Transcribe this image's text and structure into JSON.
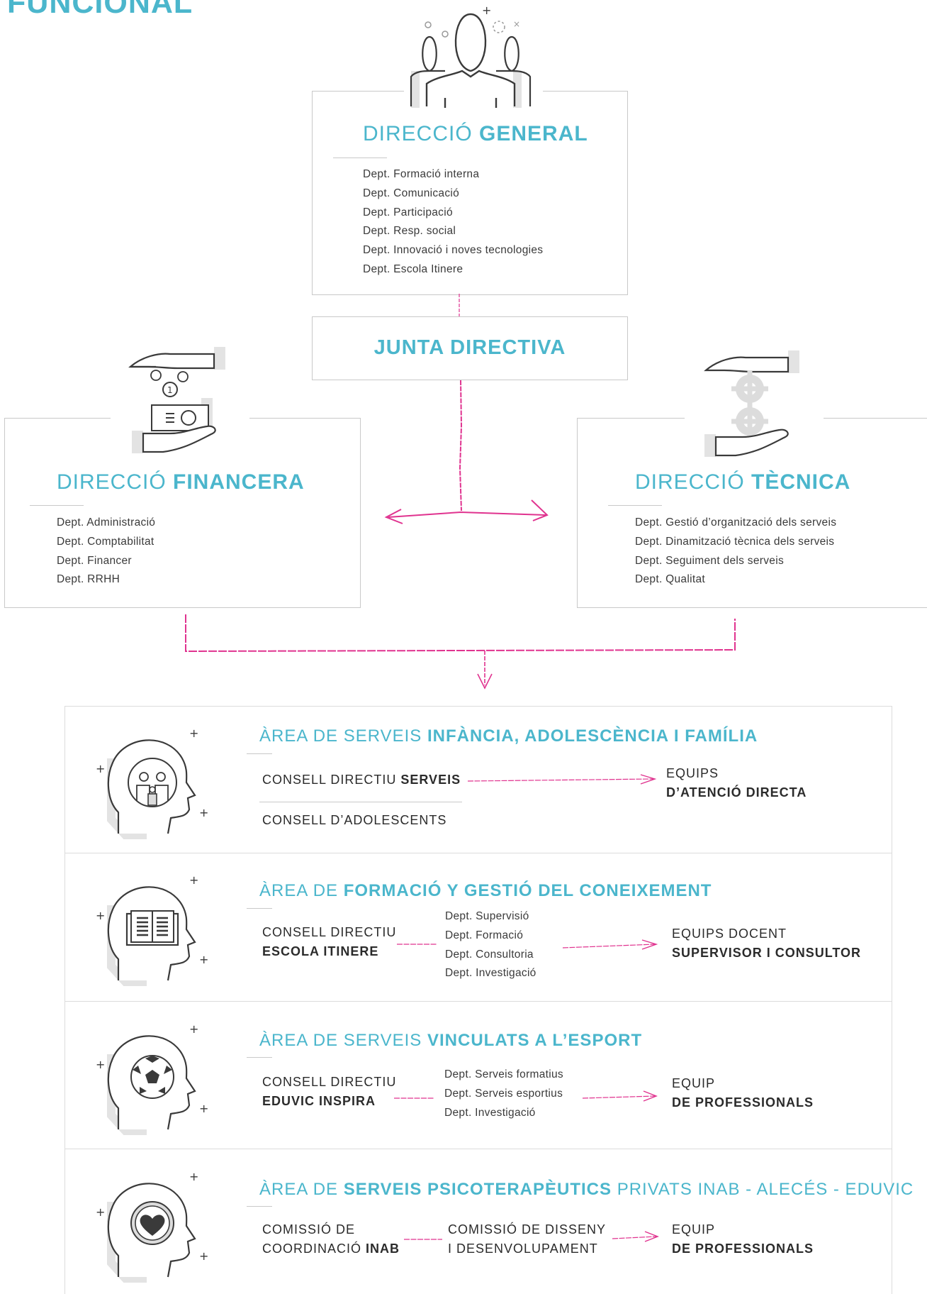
{
  "page_title": "FUNCIONAL",
  "direccio_general": {
    "title_light": "DIRECCIÓ ",
    "title_bold": "GENERAL",
    "depts": [
      "Dept. Formació interna",
      "Dept. Comunicació",
      "Dept. Participació",
      "Dept. Resp. social",
      "Dept. Innovació i noves tecnologies",
      "Dept. Escola Itinere"
    ]
  },
  "junta": {
    "title": "JUNTA DIRECTIVA"
  },
  "direccio_financera": {
    "title_light": "DIRECCIÓ ",
    "title_bold": "FINANCERA",
    "depts": [
      "Dept. Administració",
      "Dept. Comptabilitat",
      "Dept. Financer",
      "Dept. RRHH"
    ]
  },
  "direccio_tecnica": {
    "title_light": "DIRECCIÓ ",
    "title_bold": "TÈCNICA",
    "depts": [
      "Dept. Gestió d’organització dels serveis",
      "Dept. Dinamització tècnica dels serveis",
      "Dept. Seguiment dels serveis",
      "Dept. Qualitat"
    ]
  },
  "areas": [
    {
      "title_light": "ÀREA DE SERVEIS ",
      "title_bold": "INFÀNCIA, ADOLESCÈNCIA I FAMÍLIA",
      "c1_light": "CONSELL DIRECTIU ",
      "c1_bold": "SERVEIS",
      "c1b": "CONSELL D’ADOLESCENTS",
      "out_light": "EQUIPS",
      "out_bold": "D’ATENCIÓ DIRECTA"
    },
    {
      "title_light": "ÀREA DE ",
      "title_bold": "FORMACIÓ Y GESTIÓ DEL CONEIXEMENT",
      "c1_light": "CONSELL DIRECTIU",
      "c1_bold": "ESCOLA ITINERE",
      "depts": [
        "Dept. Supervisió",
        "Dept. Formació",
        "Dept. Consultoria",
        "Dept. Investigació"
      ],
      "out_light": "EQUIPS DOCENT",
      "out_bold": "SUPERVISOR I CONSULTOR"
    },
    {
      "title_light": "ÀREA DE SERVEIS ",
      "title_bold": "VINCULATS A L’ESPORT",
      "c1_light": "CONSELL DIRECTIU",
      "c1_bold": "EDUVIC INSPIRA",
      "depts": [
        "Dept. Serveis formatius",
        "Dept. Serveis esportius",
        "Dept. Investigació"
      ],
      "out_light": "EQUIP",
      "out_bold": "DE PROFESSIONALS"
    },
    {
      "title_light": "ÀREA DE ",
      "title_bold": "SERVEIS PSICOTERAPÈUTICS",
      "title_light2": " PRIVATS INAB - ALECÉS - EDUVIC",
      "c1_light": "COMISSIÓ DE",
      "c1_light2": "COORDINACIÓ ",
      "c1_bold": "INAB",
      "c2_l1": "COMISSIÓ DE DISSENY",
      "c2_l2": "I DESENVOLUPAMENT",
      "out_light": "EQUIP",
      "out_bold": "DE PROFESSIONALS"
    }
  ],
  "colors": {
    "accent": "#4bb6cc",
    "arrow": "#e0338f",
    "border": "#c9c9c9",
    "text": "#2b2b2b"
  }
}
